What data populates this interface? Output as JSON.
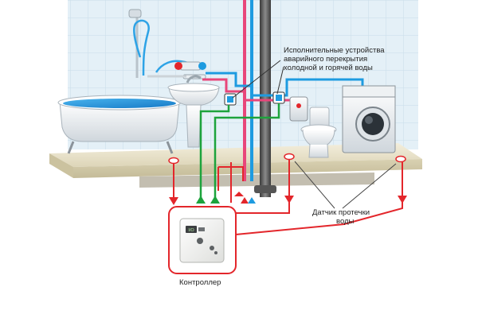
{
  "labels": {
    "actuators": [
      "Исполнительные устройства",
      "аварийного перекрытия",
      "холодной и горячей воды"
    ],
    "sensor": [
      "Датчик протечки",
      "воды"
    ],
    "controller": "Контроллер"
  },
  "controller_display": "I/O",
  "colors": {
    "cold_water": "#1e9be0",
    "hot_water": "#e8467a",
    "signal_line": "#e3262b",
    "control_line": "#1da33c",
    "wall_tile": "#e4f0f7",
    "floor": "#e8e2cc"
  }
}
